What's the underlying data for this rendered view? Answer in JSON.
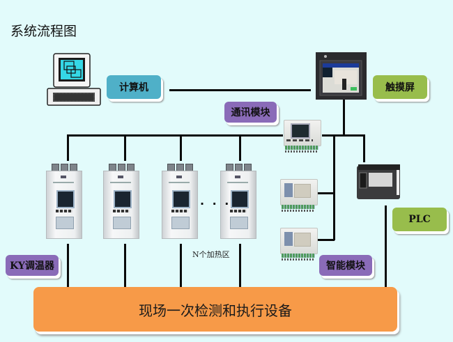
{
  "title": "系统流程图",
  "nodes": {
    "computer": {
      "label": "计算机",
      "icon": "computer-icon",
      "color": "#4fb0c8"
    },
    "touchscreen": {
      "label": "触摸屏",
      "icon": "touchscreen-icon",
      "color": "#98bd4c"
    },
    "comm_module": {
      "label": "通讯模块",
      "icon": "comm-module-icon",
      "color": "#8a6bb8"
    },
    "plc": {
      "label": "PLC",
      "icon": "plc-icon",
      "color": "#98bd4c"
    },
    "smart_module": {
      "label": "智能模块",
      "icon": "smart-module-icon",
      "color": "#8a6bb8"
    },
    "ky_controller": {
      "label": "KY调温器",
      "icon": "temperature-controller-icon",
      "color": "#8a6bb8",
      "count_shown": 4
    },
    "field_devices": {
      "label": "现场一次检测和执行设备",
      "color": "#f79a48"
    }
  },
  "annotations": {
    "ellipsis": "· · ·",
    "heating_zones": "N个加热区"
  },
  "connections": [
    [
      "计算机",
      "触摸屏"
    ],
    [
      "触摸屏",
      "通讯模块"
    ],
    [
      "触摸屏",
      "PLC"
    ],
    [
      "触摸屏",
      "智能模块"
    ],
    [
      "通讯模块",
      "KY调温器"
    ],
    [
      "KY调温器",
      "现场一次检测和执行设备"
    ],
    [
      "PLC",
      "现场一次检测和执行设备"
    ]
  ]
}
